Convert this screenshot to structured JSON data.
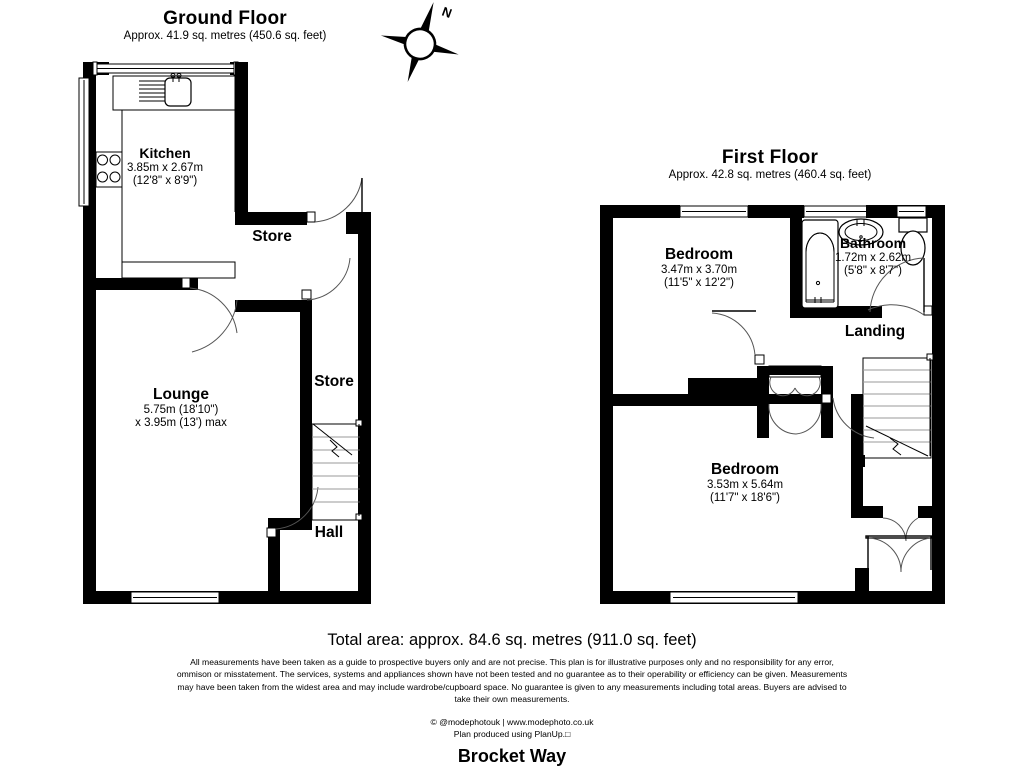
{
  "document": {
    "type": "floor-plan",
    "address": "Brocket Way",
    "total_area": "Total area: approx. 84.6 sq. metres (911.0 sq. feet)",
    "disclaimer": "All measurements have been taken as a guide to prospective buyers only and are not precise. This plan is for illustrative purposes only and no responsibility for any error, ommison or misstatement. The services, systems and appliances shown have not been tested and no guarantee as to their operability or efficiency can be given. Measurements may have been taken from the widest area and may include wardrobe/cupboard space. No guarantee is given to any measurements including total areas. Buyers are advised to take their own measurements.",
    "credit_line1": "© @modephotouk | www.modephoto.co.uk",
    "credit_line2": "Plan produced using PlanUp.□"
  },
  "compass": {
    "north_label": "N"
  },
  "floors": [
    {
      "id": "ground",
      "title": "Ground Floor",
      "subtitle": "Approx. 41.9 sq. metres (450.6 sq. feet)",
      "rooms": [
        {
          "name": "Kitchen",
          "metric": "3.85m x 2.67m",
          "imperial": "(12'8\" x 8'9\")"
        },
        {
          "name": "Store",
          "metric": "",
          "imperial": ""
        },
        {
          "name": "Lounge",
          "metric": "5.75m (18'10\")",
          "imperial": "x 3.95m (13') max"
        },
        {
          "name": "Store",
          "metric": "",
          "imperial": ""
        },
        {
          "name": "Hall",
          "metric": "",
          "imperial": ""
        }
      ]
    },
    {
      "id": "first",
      "title": "First Floor",
      "subtitle": "Approx. 42.8 sq. metres (460.4 sq. feet)",
      "rooms": [
        {
          "name": "Bedroom",
          "metric": "3.47m x 3.70m",
          "imperial": "(11'5\" x 12'2\")"
        },
        {
          "name": "Bathroom",
          "metric": "1.72m x 2.62m",
          "imperial": "(5'8\" x 8'7\")"
        },
        {
          "name": "Landing",
          "metric": "",
          "imperial": ""
        },
        {
          "name": "Bedroom",
          "metric": "3.53m x 5.64m",
          "imperial": "(11'7\" x 18'6\")"
        }
      ]
    }
  ],
  "colors": {
    "wall": "#000000",
    "paper": "#ffffff",
    "swing": "#555555"
  }
}
